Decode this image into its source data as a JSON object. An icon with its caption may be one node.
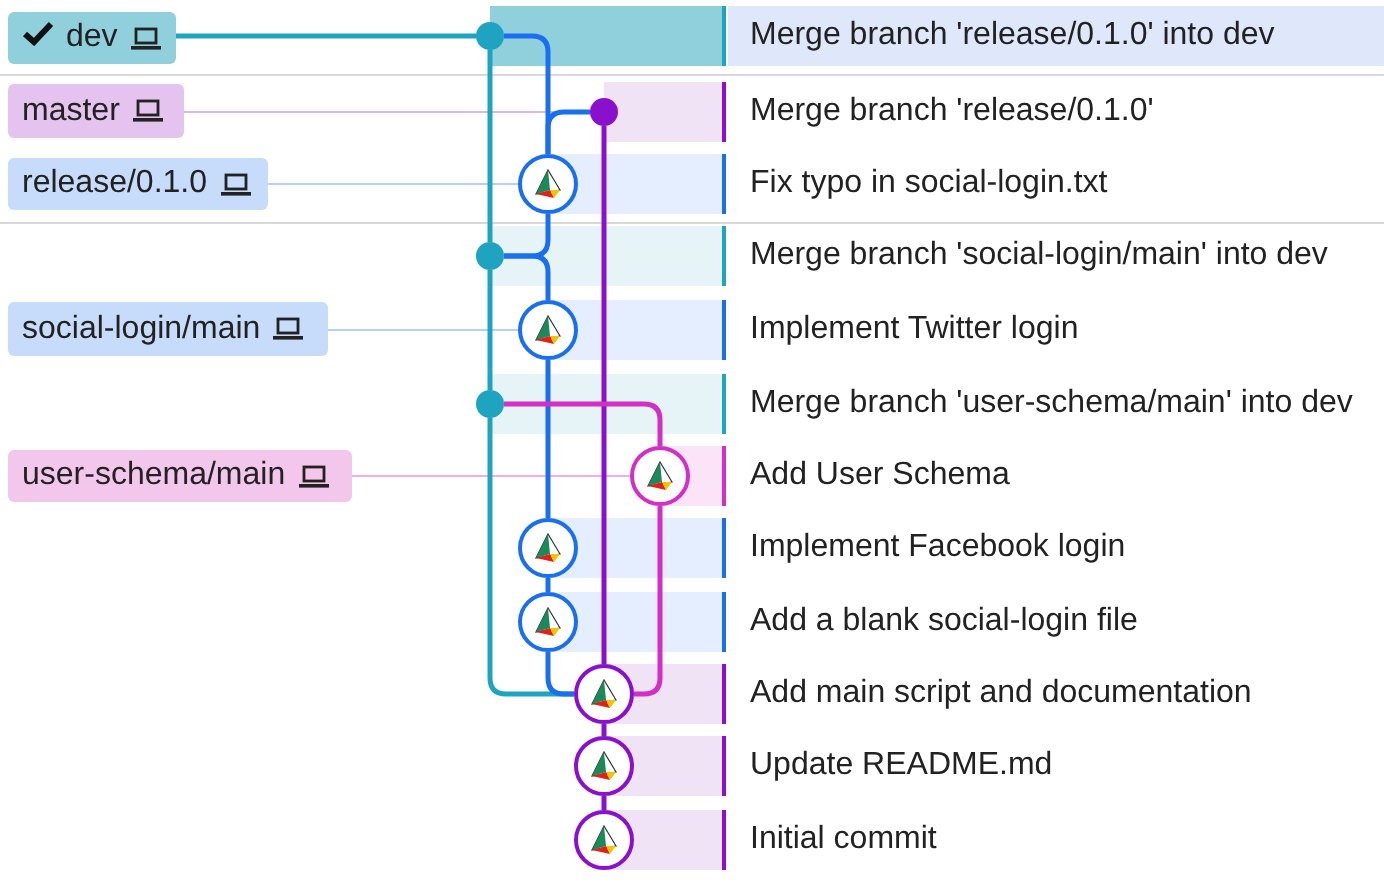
{
  "diagram": {
    "nodes": [
      {
        "text": [
          "dev"
        ]
      },
      {
        "text": [
          "master"
        ]
      },
      {
        "text": [
          "release/0.1.0"
        ]
      },
      {
        "text": [
          "social-login/main"
        ]
      },
      {
        "text": [
          "user-schema/main"
        ]
      },
      {
        "text": [],
        "shape": "circle"
      },
      {
        "text": [],
        "shape": "circle"
      },
      {
        "text": [],
        "shape": "circle"
      },
      {
        "text": [],
        "shape": "circle"
      },
      {
        "text": [],
        "shape": "circle"
      },
      {
        "text": [],
        "shape": "circle"
      },
      {
        "text": [],
        "shape": "circle"
      },
      {
        "text": [],
        "shape": "circle"
      },
      {
        "text": [],
        "shape": "circle"
      },
      {
        "text": [],
        "shape": "circle"
      },
      {
        "text": [],
        "shape": "circle"
      },
      {
        "text": [],
        "shape": "circle"
      }
    ],
    "edges": [
      {
        "from": 0,
        "to": 5,
        "arrow": "none",
        "color": "#1ea3c0"
      },
      {
        "from": 1,
        "to": 6,
        "arrow": "none",
        "color": "#dcb6ec"
      },
      {
        "from": 2,
        "to": 7,
        "arrow": "none",
        "color": "#b5d0fa"
      },
      {
        "from": 3,
        "to": 9,
        "arrow": "none",
        "color": "#b5d0fa"
      },
      {
        "from": 4,
        "to": 11,
        "arrow": "none",
        "color": "#f0b0e6"
      },
      {
        "from": 5,
        "to": 8,
        "arrow": "none",
        "color": "#1ea3c0"
      },
      {
        "from": 5,
        "to": 7,
        "arrow": "none"
      },
      {
        "from": 6,
        "to": 7,
        "arrow": "none"
      },
      {
        "from": 6,
        "to": 14,
        "arrow": "none",
        "color": "#8a10cc"
      },
      {
        "from": 7,
        "to": 8,
        "arrow": "none"
      },
      {
        "from": 8,
        "to": 10,
        "arrow": "none",
        "color": "#1ea3c0"
      },
      {
        "from": 8,
        "to": 9,
        "arrow": "none"
      },
      {
        "from": 9,
        "to": 12,
        "arrow": "none"
      },
      {
        "from": 10,
        "to": 11,
        "arrow": "none",
        "color": "#d12fc8"
      },
      {
        "from": 10,
        "to": 14,
        "arrow": "none",
        "color": "#1ea3c0"
      },
      {
        "from": 11,
        "to": 14,
        "arrow": "none",
        "color": "#d12fc8"
      },
      {
        "from": 12,
        "to": 13,
        "arrow": "none"
      },
      {
        "from": 13,
        "to": 14,
        "arrow": "none"
      },
      {
        "from": 14,
        "to": 15,
        "arrow": "none",
        "color": "#8a10cc"
      },
      {
        "from": 15,
        "to": 16,
        "arrow": "none",
        "color": "#8a10cc"
      }
    ],
    "labels": [
      "Merge branch 'release/0.1.0' into dev",
      "Merge branch 'release/0.1.0'",
      "Fix typo in social-login.txt",
      "Merge branch 'social-login/main' into dev",
      "Implement Twitter login",
      "Merge branch 'user-schema/main' into dev",
      "Add User Schema",
      "Implement Facebook login",
      "Add a blank social-login file",
      "Add main script and documentation",
      "Update README.md",
      "Initial commit"
    ]
  }
}
